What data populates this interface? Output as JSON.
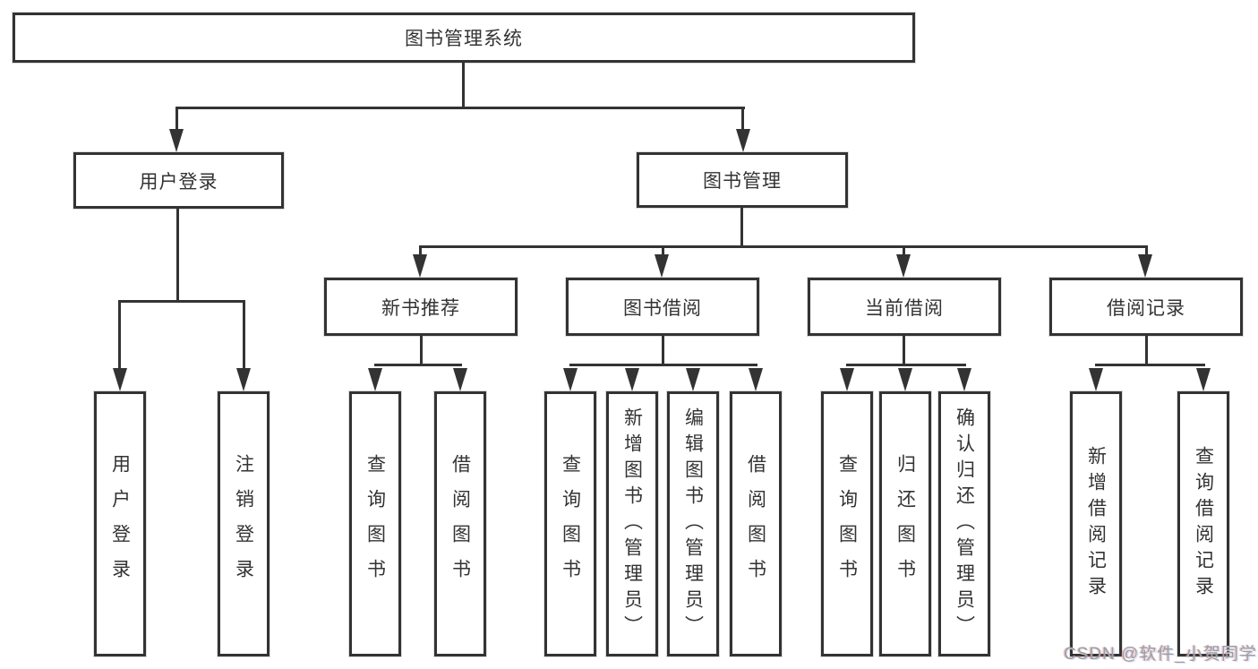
{
  "tree": {
    "root": "图书管理系统",
    "children": [
      {
        "label": "用户登录",
        "leaves": [
          "用户登录",
          "注销登录"
        ]
      },
      {
        "label": "图书管理",
        "children": [
          {
            "label": "新书推荐",
            "leaves": [
              "查询图书",
              "借阅图书"
            ]
          },
          {
            "label": "图书借阅",
            "leaves": [
              "查询图书",
              "新增图书（管理员）",
              "编辑图书（管理员）",
              "借阅图书"
            ]
          },
          {
            "label": "当前借阅",
            "leaves": [
              "查询图书",
              "归还图书",
              "确认归还（管理员）"
            ]
          },
          {
            "label": "借阅记录",
            "leaves": [
              "新增借阅记录",
              "查询借阅记录"
            ]
          }
        ]
      }
    ]
  },
  "watermark": "CSDN @软件_小贺同学",
  "colors": {
    "line": "#333333",
    "text": "#333333",
    "watermark": "#9e9e9e",
    "background": "#ffffff"
  }
}
